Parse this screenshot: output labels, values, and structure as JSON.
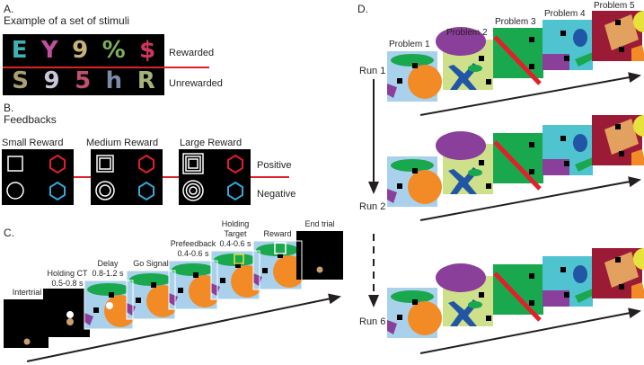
{
  "panelA": {
    "letter": "A.",
    "title": "Example of a set of stimuli",
    "rewarded_label": "Rewarded",
    "unrewarded_label": "Unrewarded",
    "glyphs_top": [
      "E",
      "Y",
      "9",
      "%",
      "$"
    ],
    "glyphs_bottom": [
      "S",
      "9",
      "5",
      "h",
      "R"
    ],
    "line_color": "#e0202a"
  },
  "panelB": {
    "letter": "B.",
    "title": "Feedbacks",
    "small_label": "Small Reward",
    "medium_label": "Medium Reward",
    "large_label": "Large Reward",
    "positive_label": "Positive",
    "negative_label": "Negative",
    "positive_color": "#e0202a",
    "negative_color": "#35a9d8"
  },
  "panelC": {
    "letter": "C.",
    "intertrial": "Intertrial",
    "holding_ct": "Holding CT",
    "holding_ct_time": "0.5-0.8 s",
    "delay": "Delay",
    "delay_time": "0.8-1.2 s",
    "go_signal": "Go Signal",
    "prefeedback": "Prefeedback",
    "prefeedback_time": "0.4-0.6 s",
    "holding_target_1": "Holding",
    "holding_target_2": "Target",
    "holding_target_time": "0.4-0.6 s",
    "reward": "Reward",
    "end_trial": "End trial"
  },
  "panelD": {
    "letter": "D.",
    "problems": [
      "Problem 1",
      "Problem 2",
      "Problem 3",
      "Problem 4",
      "Problem 5"
    ],
    "runs": [
      "Run 1",
      "Run 2",
      "Run 6"
    ]
  },
  "colors": {
    "light_blue": "#a9d1ec",
    "green": "#1aa84e",
    "orange": "#f28a25",
    "purple": "#8a3f9a",
    "dark_blue": "#2155a5",
    "lime": "#cfe08a",
    "teal": "#4fc3cf",
    "maroon": "#9b1b37",
    "tan": "#e3a15f",
    "yellow": "#e8e23c"
  }
}
